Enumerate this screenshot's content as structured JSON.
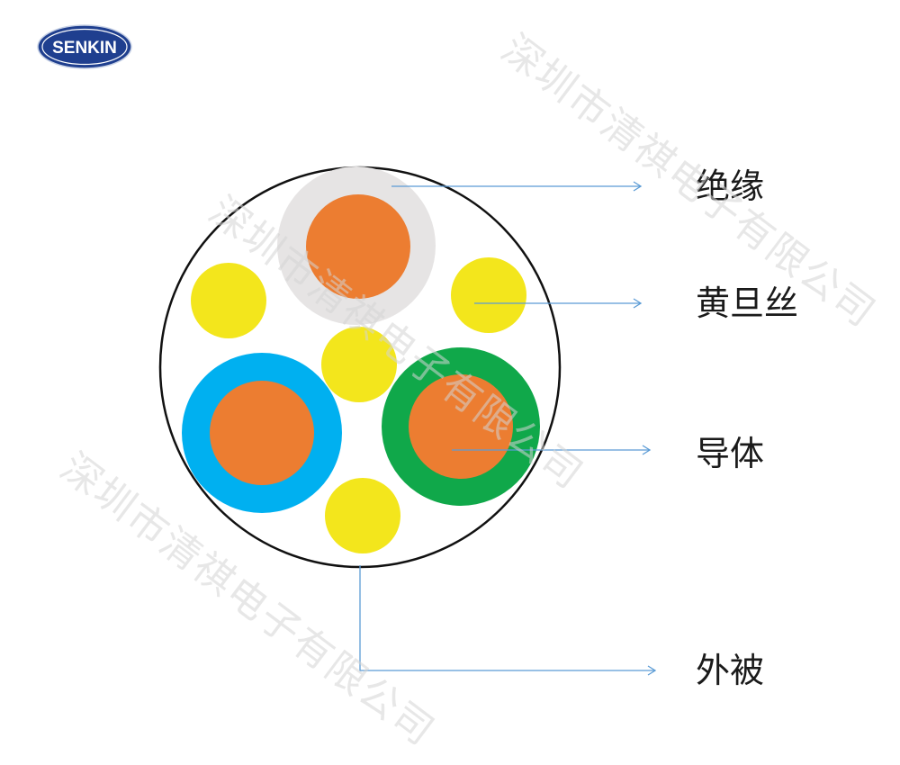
{
  "logo": {
    "text": "SENKIN"
  },
  "watermark": {
    "text": "深圳市清祺电子有限公司"
  },
  "labels": {
    "insulation": "绝缘",
    "drain_wire": "黄旦丝",
    "conductor": "导体",
    "outer_jacket": "外被"
  },
  "colors": {
    "jacket_outline": "#111111",
    "insulation_gray": "#e6e4e4",
    "conductor_orange": "#ec7d31",
    "drain_yellow": "#f3e61c",
    "insulation_blue": "#00b0f0",
    "insulation_green": "#10a84a",
    "leader_line": "#5b9bd5",
    "logo_blue": "#1f3f8f"
  }
}
